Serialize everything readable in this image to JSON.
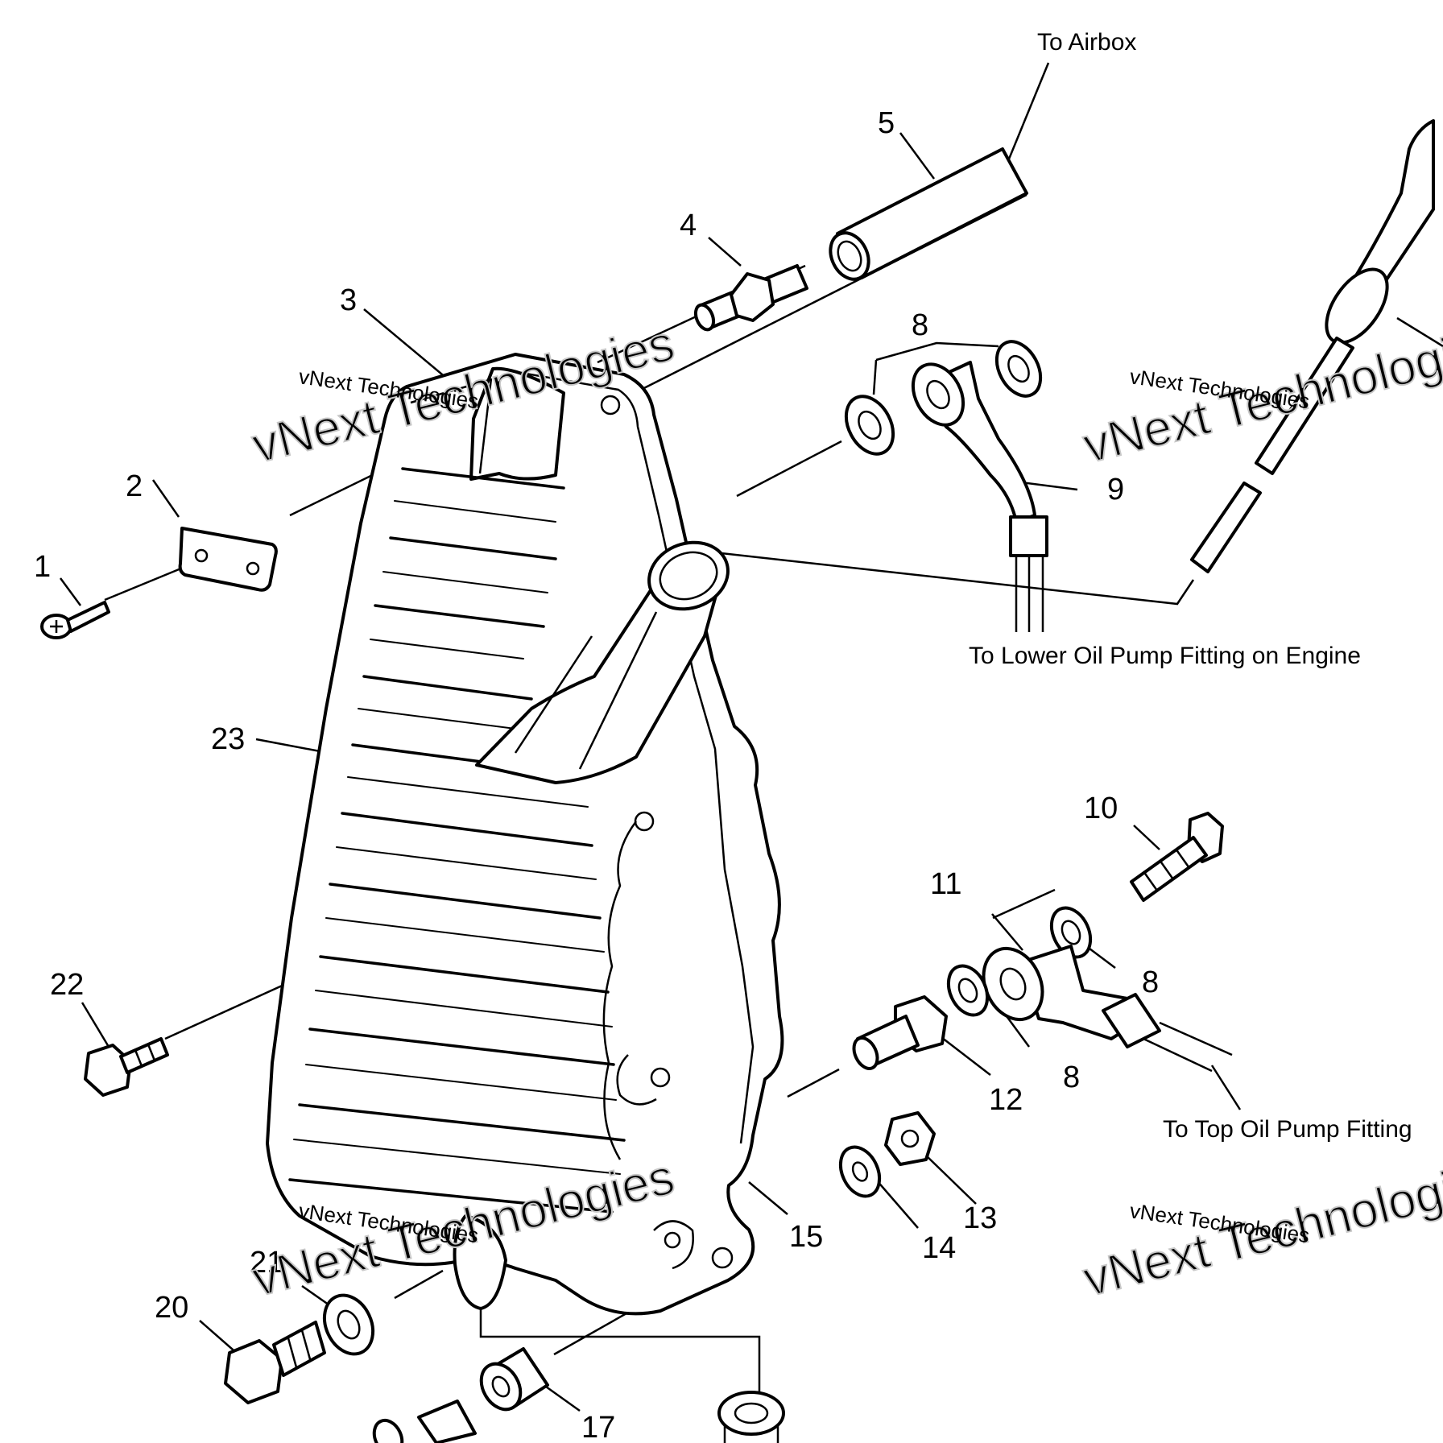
{
  "callouts": {
    "n1": "1",
    "n2": "2",
    "n3": "3",
    "n4": "4",
    "n5": "5",
    "n8a": "8",
    "n8b": "8",
    "n8c": "8",
    "n9": "9",
    "n10": "10",
    "n11": "11",
    "n12": "12",
    "n13": "13",
    "n14": "14",
    "n15": "15",
    "n17": "17",
    "n20": "20",
    "n21": "21",
    "n22": "22",
    "n23": "23"
  },
  "notes": {
    "to_airbox": "To Airbox",
    "to_lower_pump": "To Lower Oil Pump Fitting on Engine",
    "to_top_pump": "To Top Oil Pump Fitting"
  },
  "watermark": {
    "large": "vNext Technologies",
    "small": "vNext Technologies"
  }
}
